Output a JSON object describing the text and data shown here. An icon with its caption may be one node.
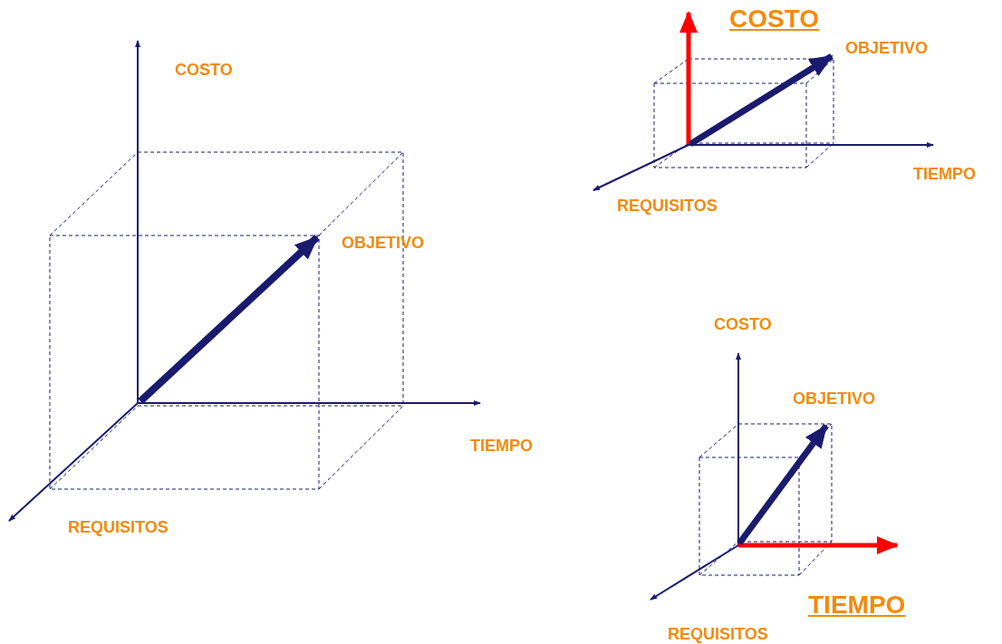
{
  "diagram": {
    "labels": [
      "COSTO",
      "COSTO",
      "OBJETIVO",
      "TIEMPO",
      "REQUISITOS",
      "OBJETIVO",
      "COSTO",
      "OBJETIVO",
      "TIEMPO",
      "REQUISITOS",
      "TIEMPO",
      "REQUISITOS"
    ]
  }
}
